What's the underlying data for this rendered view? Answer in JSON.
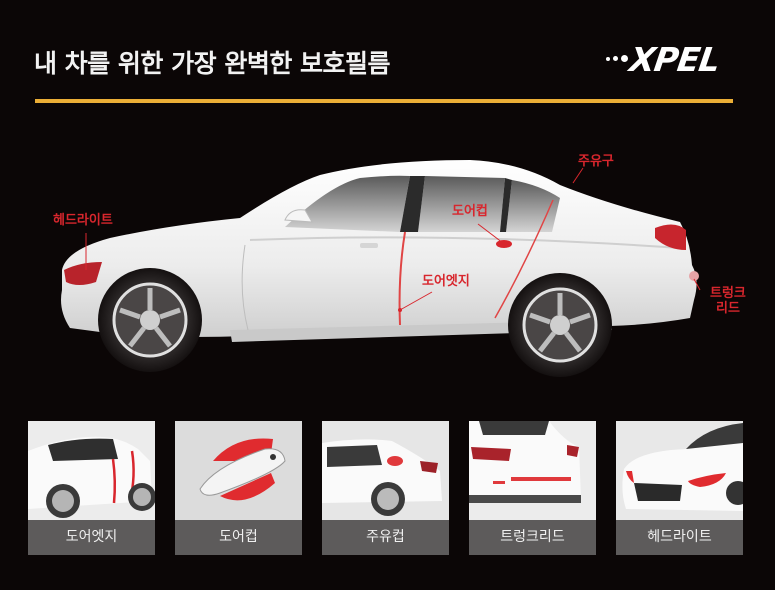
{
  "header": {
    "title": "내 차를 위한 가장 완벽한 보호필름",
    "logo_text": "XPEL",
    "accent_color": "#ebae36"
  },
  "hero": {
    "car_color": "#f1f1f1",
    "callout_color": "#d8262d",
    "callouts": [
      {
        "id": "headlight",
        "label": "헤드라이트"
      },
      {
        "id": "door-cup",
        "label": "도어컵"
      },
      {
        "id": "door-edge",
        "label": "도어엣지"
      },
      {
        "id": "fuel-cap",
        "label": "주유구"
      },
      {
        "id": "trunk-lid",
        "label_line1": "트렁크",
        "label_line2": "리드"
      }
    ]
  },
  "cards": [
    {
      "label": "도어엣지"
    },
    {
      "label": "도어컵"
    },
    {
      "label": "주유컵"
    },
    {
      "label": "트렁크리드"
    },
    {
      "label": "헤드라이트"
    }
  ]
}
